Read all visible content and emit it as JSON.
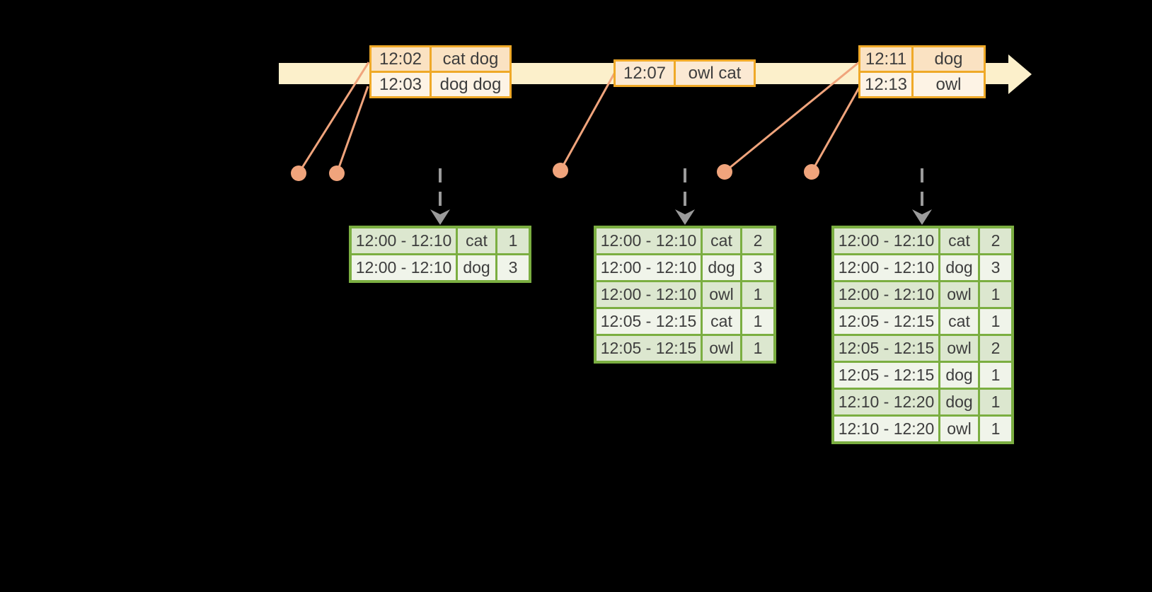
{
  "event_tables": [
    {
      "rows": [
        {
          "time": "12:02",
          "words": "cat dog"
        },
        {
          "time": "12:03",
          "words": "dog dog"
        }
      ]
    },
    {
      "rows": [
        {
          "time": "12:07",
          "words": "owl cat"
        }
      ]
    },
    {
      "rows": [
        {
          "time": "12:11",
          "words": "dog"
        },
        {
          "time": "12:13",
          "words": "owl"
        }
      ]
    }
  ],
  "result_tables": [
    {
      "rows": [
        {
          "window": "12:00 - 12:10",
          "word": "cat",
          "count": "1"
        },
        {
          "window": "12:00 - 12:10",
          "word": "dog",
          "count": "3"
        }
      ]
    },
    {
      "rows": [
        {
          "window": "12:00 - 12:10",
          "word": "cat",
          "count": "2"
        },
        {
          "window": "12:00 - 12:10",
          "word": "dog",
          "count": "3"
        },
        {
          "window": "12:00 - 12:10",
          "word": "owl",
          "count": "1"
        },
        {
          "window": "12:05 - 12:15",
          "word": "cat",
          "count": "1"
        },
        {
          "window": "12:05 - 12:15",
          "word": "owl",
          "count": "1"
        }
      ]
    },
    {
      "rows": [
        {
          "window": "12:00 - 12:10",
          "word": "cat",
          "count": "2"
        },
        {
          "window": "12:00 - 12:10",
          "word": "dog",
          "count": "3"
        },
        {
          "window": "12:00 - 12:10",
          "word": "owl",
          "count": "1"
        },
        {
          "window": "12:05 - 12:15",
          "word": "cat",
          "count": "1"
        },
        {
          "window": "12:05 - 12:15",
          "word": "owl",
          "count": "2"
        },
        {
          "window": "12:05 - 12:15",
          "word": "dog",
          "count": "1"
        },
        {
          "window": "12:10 - 12:20",
          "word": "dog",
          "count": "1"
        },
        {
          "window": "12:10 - 12:20",
          "word": "owl",
          "count": "1"
        }
      ]
    }
  ],
  "colors": {
    "background": "#000000",
    "timeline_band": "#fcf0cb",
    "event_table_border": "#efa928",
    "event_row_dark": "#fae2c2",
    "event_row_light": "#fdf3e5",
    "dot": "#f0a47c",
    "connector": "#f0a47c",
    "dashed_arrow": "#9b9b9b",
    "result_table_border": "#7bae41",
    "result_row_dark": "#dce7cf",
    "result_row_light": "#f0f4ea",
    "text": "#3d3d3d"
  }
}
